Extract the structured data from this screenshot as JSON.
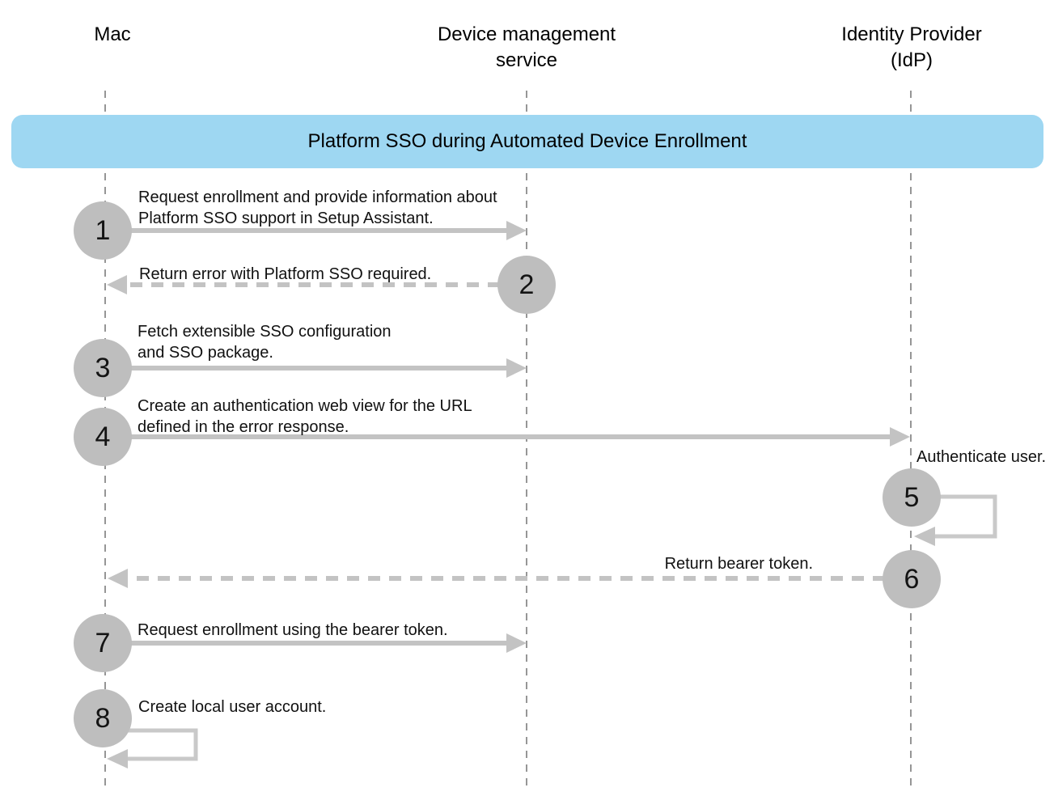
{
  "diagram": {
    "banner_title": "Platform SSO during Automated Device Enrollment",
    "actors": [
      {
        "id": "mac",
        "name": "Mac"
      },
      {
        "id": "dms",
        "name": "Device management\nservice"
      },
      {
        "id": "idp",
        "name": "Identity Provider (IdP)"
      }
    ],
    "steps": [
      {
        "number": "1",
        "from": "Mac",
        "to": "Device management service",
        "line_style": "solid",
        "label": "Request enrollment and provide information about\nPlatform SSO support in Setup Assistant."
      },
      {
        "number": "2",
        "from": "Device management service",
        "to": "Mac",
        "line_style": "dashed",
        "label": "Return error with Platform SSO required."
      },
      {
        "number": "3",
        "from": "Mac",
        "to": "Device management service",
        "line_style": "solid",
        "label": "Fetch extensible SSO configuration\nand SSO package."
      },
      {
        "number": "4",
        "from": "Mac",
        "to": "Identity Provider (IdP)",
        "line_style": "solid",
        "label": "Create an authentication web view for the URL\ndefined in the error response."
      },
      {
        "number": "5",
        "from": "Identity Provider (IdP)",
        "to": "Identity Provider (IdP)",
        "line_style": "self-loop",
        "label": "Authenticate user."
      },
      {
        "number": "6",
        "from": "Identity Provider (IdP)",
        "to": "Mac",
        "line_style": "dashed",
        "label": "Return bearer token."
      },
      {
        "number": "7",
        "from": "Mac",
        "to": "Device management service",
        "line_style": "solid",
        "label": "Request enrollment using the bearer token."
      },
      {
        "number": "8",
        "from": "Mac",
        "to": "Mac",
        "line_style": "self-loop",
        "label": "Create local user account."
      }
    ],
    "colors": {
      "banner_blue": "#9ed7f2",
      "circle_gray": "#bebebe",
      "arrow_gray": "#c3c3c3",
      "loop_gray": "#c9c9c9",
      "lifeline_gray": "#969696"
    }
  }
}
